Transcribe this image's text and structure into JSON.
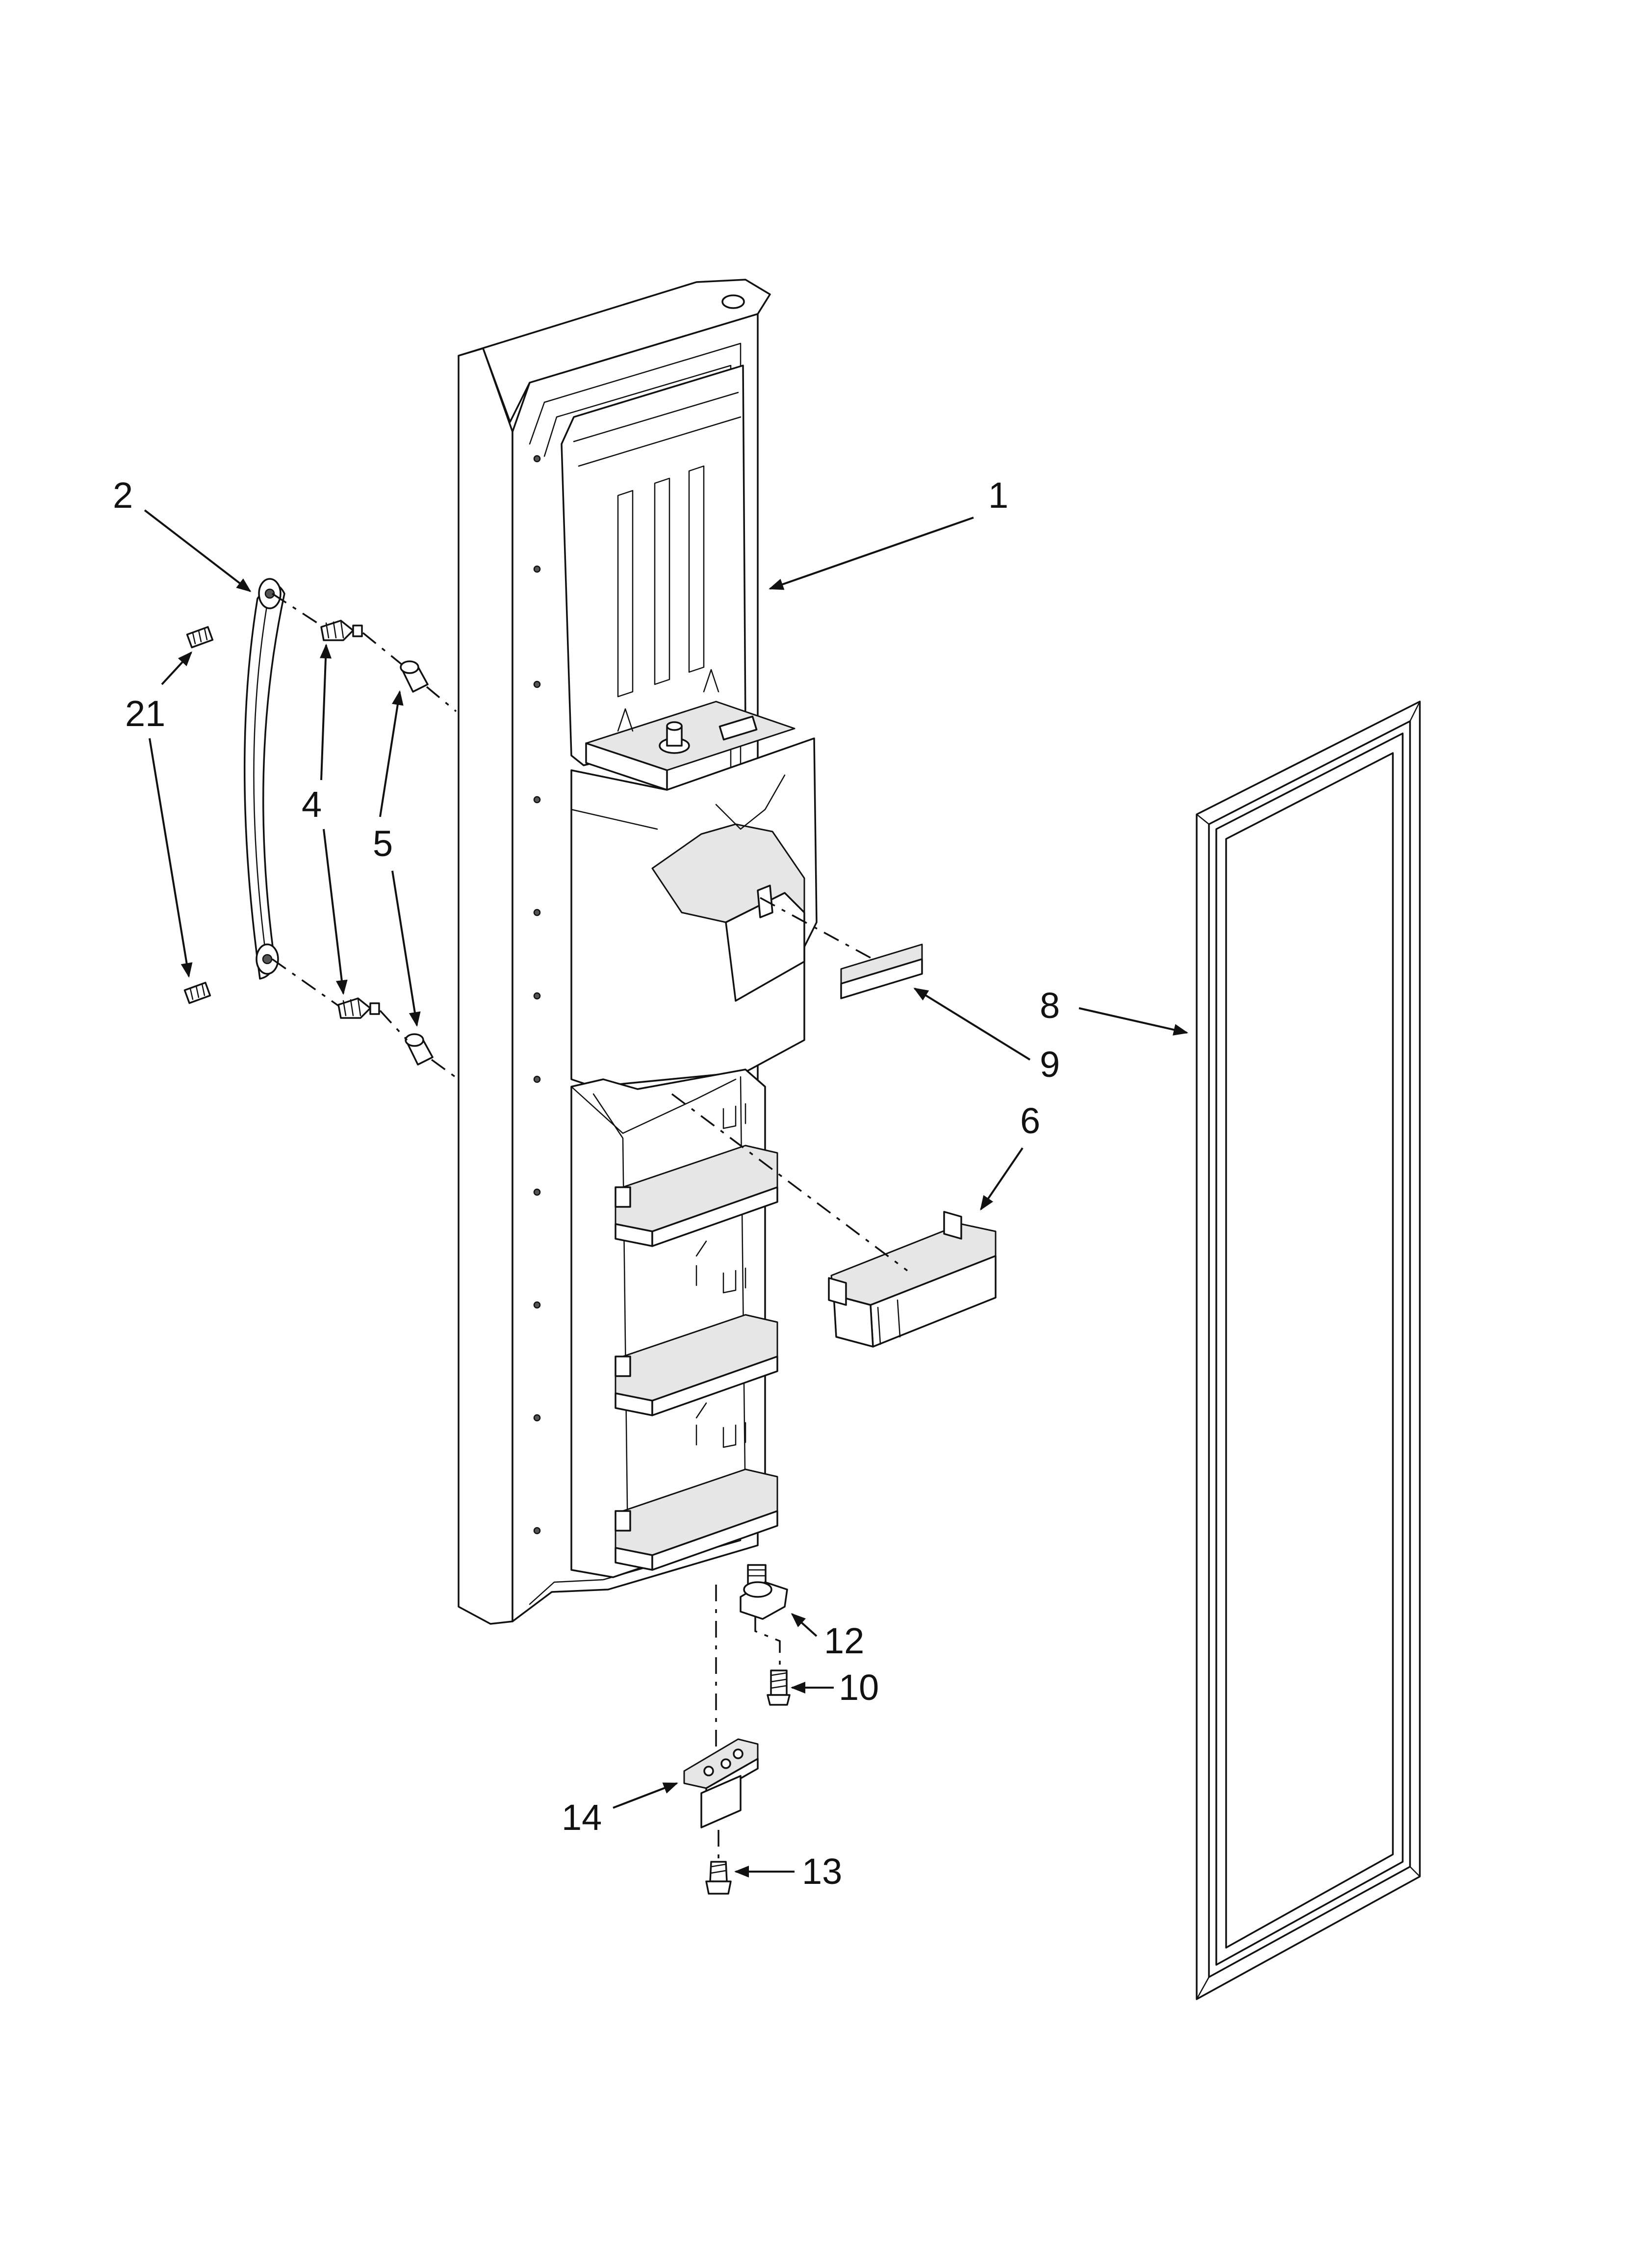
{
  "callouts": [
    "1",
    "2",
    "21",
    "4",
    "5",
    "8",
    "9",
    "6",
    "12",
    "10",
    "14",
    "13"
  ]
}
